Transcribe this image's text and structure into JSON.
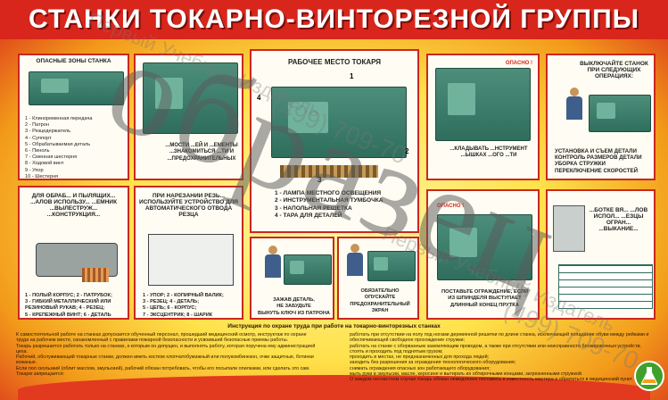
{
  "title": "СТАНКИ ТОКАРНО-ВИНТОРЕЗНОЙ ГРУППЫ",
  "panels": {
    "danger_zones": {
      "title": "ОПАСНЫЕ ЗОНЫ СТАНКА",
      "legend": "1 - Клиноременная передача\n2 - Патрон\n3 - Резцедержатель\n4 - Суппорт\n5 - Обрабатываемая деталь\n6 - Пиноль\n7 - Сменная шестерня\n8 - Ходовой винт\n9 - Упор\n10 - Шестерня"
    },
    "second": {
      "caption": "...МОСТИ ...ЕЙ И ...ЕМЕНТЫ ...ЗНАКОМИТЬСЯ ...ТИ И ...ПРЕДОХРАНИТЕЛЬНЫХ"
    },
    "workplace": {
      "title": "РАБОЧЕЕ МЕСТО ТОКАРЯ",
      "legend": "1 - ЛАМПА МЕСТНОГО ОСВЕЩЕНИЯ\n2 - ИНСТРУМЕНТАЛЬНАЯ ТУМБОЧКА\n3 - НАПОЛЬНАЯ РЕШЕТКА\n4 - ТАРА ДЛЯ ДЕТАЛЕЙ",
      "numbers": [
        "1",
        "2",
        "3",
        "4"
      ]
    },
    "attention": {
      "label": "ОПАСНО !",
      "caption": "...КЛАДЫВАТЬ ...НСТРУМЕНТ ...ЫШКАХ ...ОГО ...ТИ"
    },
    "turnoff": {
      "title": "ВЫКЛЮЧАЙТЕ СТАНОК ПРИ СЛЕДУЮЩИХ ОПЕРАЦИЯХ:",
      "items": [
        "УСТАНОВКА И СЪЕМ ДЕТАЛИ",
        "КОНТРОЛЬ РАЗМЕРОВ ДЕТАЛИ",
        "УБОРКА СТРУЖКИ",
        "ПЕРЕКЛЮЧЕНИЕ СКОРОСТЕЙ"
      ]
    },
    "clamps": {
      "title": "ДЛЯ ОБРАБ... И ПЫЛЯЩИХ... ...АЛОВ ИСПОЛЬЗУ... ...ЕМНИК ...ВЫЛЕСТРУЖ... ...КОНСТРУКЦИЯ...",
      "legend": "1 - ПОЛЫЙ КОРПУС; 2 - ПАТРУБОК;\n3 - ГИБКИЙ МЕТАЛЛИЧЕСКИЙ ИЛИ\nРЕЗИНОВЫЙ РУКАВ; 4 - РЕЗЕЦ;\n5 - КРЕПЕЖНЫЙ ВИНТ; 6 - ДЕТАЛЬ"
    },
    "threading": {
      "title": "ПРИ НАРЕЗАНИИ РЕЗЬ... ИСПОЛЬЗУЙТЕ УСТРОЙСТВО ДЛЯ АВТОМАТИЧЕСКОГО ОТВОДА РЕЗЦА",
      "legend": "1 - УПОР; 2 - КОПИРНЫЙ ВАЛИК;\n3 - РЕЗЕЦ; 4 - ДЕТАЛЬ;\n5 - ЦЕПЬ; 6 - КОРПУС;\n7 - ЭКСЦЕНТРИК; 8 - ШАРИК"
    },
    "chuck_key": {
      "caption": "ЗАЖАВ ДЕТАЛЬ,\nНЕ ЗАБУДЬТЕ\nВЫНУТЬ КЛЮЧ ИЗ ПАТРОНА"
    },
    "screen": {
      "caption": "ОБЯЗАТЕЛЬНО\nОПУСКАЙТЕ\nПРЕДОХРАНИТЕЛЬНЫЙ\nЭКРАН"
    },
    "guard": {
      "label": "ОПАСНО !",
      "caption": "ПОСТАВЬТЕ ОГРАЖДЕНИЕ, ЕСЛИ\nИЗ ШПИНДЕЛЯ ВЫСТУПАЕТ\nДЛИННЫЙ КОНЕЦ ПРУТКА"
    },
    "speed": {
      "title": "...БОТКЕ ВЯ... ...ЛОВ ИСПОЛ... ...ЕЗЦЫ ОГРАН... ...ВЫКАНИЕ..."
    }
  },
  "instructions": {
    "title": "Инструкция по охране труда при работе на токарно-винторезных станках",
    "left": "К самостоятельной работе на станках допускается обученный персонал, прошедший медицинский осмотр, инструктаж по охране труда на рабочем месте, ознакомленный с правилами пожарной безопасности и усвоивший безопасные приемы работы.\nТокарь разрешается работать только на станках, к которым он допущен, и выполнять работу, которая поручена ему администрацией цеха.\nРабочий, обслуживающий токарные станки, должен иметь костюм хлопчатобумажный или полукомбинезон, очки защитные, ботинки кожаные.\nЕсли пол скользкий (облит маслом, эмульсией), рабочий обязан потребовать, чтобы его посыпали опилками, или сделать это сам.\nТокарю запрещается:",
    "right": "работать при отсутствии на полу под ногами деревянной решетки по длине станка, исключающей попадание обуви между рейками и обеспечивающей свободное прохождение стружки;\nработать на станке с оборванным заземляющим проводом, а также при отсутствии или неисправности блокировочных устройств;\nстоять и проходить под поднятым грузом;\nпроходить в местах, не предназначенных для прохода людей;\nзаходить без разрешения за ограждения технологического оборудования;\nснимать ограждения опасных зон работающего оборудования;\nмыть руки в эмульсии, масле, керосине и вытирать их обтирочными концами, загрязненными стружкой.\nО каждом несчастном случае токарь обязан немедленно поставить в известность мастера и обратиться в медицинский пункт."
  },
  "watermark": "образец",
  "watermark_site": "Первый Учебный Издатель",
  "watermark_phone": "(499) 709-70"
}
